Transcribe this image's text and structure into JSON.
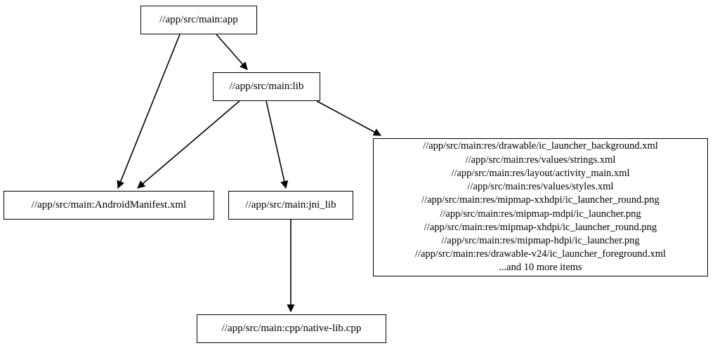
{
  "graph": {
    "type": "directed-dependency-graph",
    "background_color": "#ffffff",
    "node_border_color": "#000000",
    "edge_color": "#000000",
    "nodes": [
      {
        "id": "app",
        "label": "//app/src/main:app"
      },
      {
        "id": "lib",
        "label": "//app/src/main:lib"
      },
      {
        "id": "manifest",
        "label": "//app/src/main:AndroidManifest.xml"
      },
      {
        "id": "jni_lib",
        "label": "//app/src/main:jni_lib"
      },
      {
        "id": "cpp",
        "label": "//app/src/main:cpp/native-lib.cpp"
      },
      {
        "id": "res",
        "lines": [
          "//app/src/main:res/drawable/ic_launcher_background.xml",
          "//app/src/main:res/values/strings.xml",
          "//app/src/main:res/layout/activity_main.xml",
          "//app/src/main:res/values/styles.xml",
          "//app/src/main:res/mipmap-xxhdpi/ic_launcher_round.png",
          "//app/src/main:res/mipmap-mdpi/ic_launcher.png",
          "//app/src/main:res/mipmap-xhdpi/ic_launcher_round.png",
          "//app/src/main:res/mipmap-hdpi/ic_launcher.png",
          "//app/src/main:res/drawable-v24/ic_launcher_foreground.xml",
          "...and 10 more items"
        ],
        "label": "//app/src/main:res/drawable/ic_launcher_background.xml\n//app/src/main:res/values/strings.xml\n//app/src/main:res/layout/activity_main.xml\n//app/src/main:res/values/styles.xml\n//app/src/main:res/mipmap-xxhdpi/ic_launcher_round.png\n//app/src/main:res/mipmap-mdpi/ic_launcher.png\n//app/src/main:res/mipmap-xhdpi/ic_launcher_round.png\n//app/src/main:res/mipmap-hdpi/ic_launcher.png\n//app/src/main:res/drawable-v24/ic_launcher_foreground.xml\n...and 10 more items"
      }
    ],
    "edges": [
      {
        "from": "app",
        "to": "manifest"
      },
      {
        "from": "app",
        "to": "lib"
      },
      {
        "from": "lib",
        "to": "manifest"
      },
      {
        "from": "lib",
        "to": "jni_lib"
      },
      {
        "from": "lib",
        "to": "res"
      },
      {
        "from": "jni_lib",
        "to": "cpp"
      }
    ]
  }
}
